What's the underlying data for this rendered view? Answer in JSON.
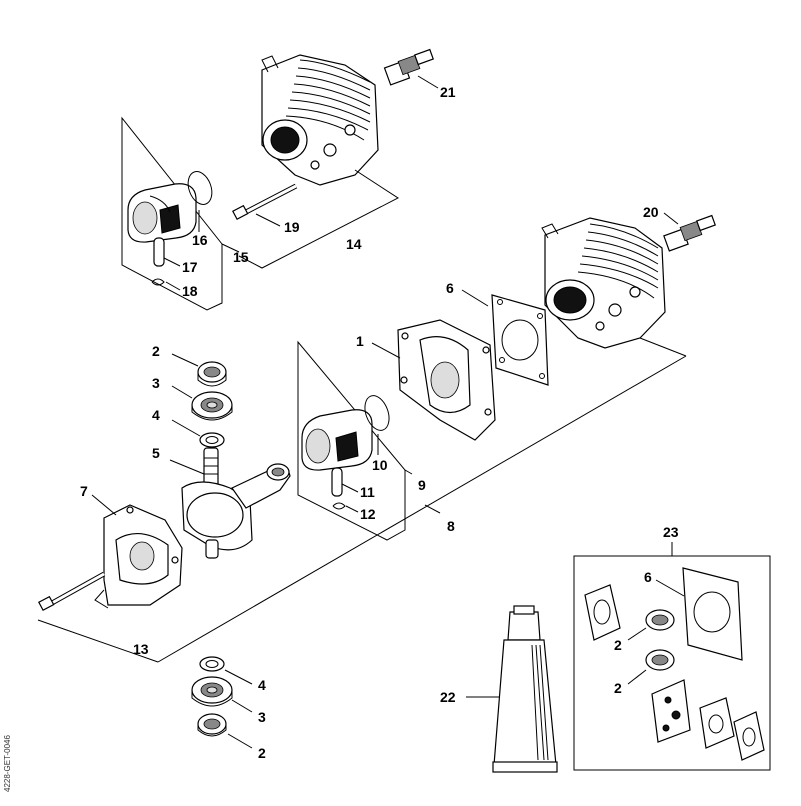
{
  "labels": {
    "p1": "1",
    "p2a": "2",
    "p2b": "2",
    "p2c": "2",
    "p2d": "2",
    "p3a": "3",
    "p3b": "3",
    "p4a": "4",
    "p4b": "4",
    "p5": "5",
    "p6a": "6",
    "p6b": "6",
    "p7": "7",
    "p8": "8",
    "p9": "9",
    "p10": "10",
    "p11": "11",
    "p12": "12",
    "p13": "13",
    "p14": "14",
    "p15": "15",
    "p16": "16",
    "p17": "17",
    "p18": "18",
    "p19": "19",
    "p20": "20",
    "p21": "21",
    "p22": "22",
    "p23": "23"
  },
  "doc_ref": "4228-GET-0046"
}
